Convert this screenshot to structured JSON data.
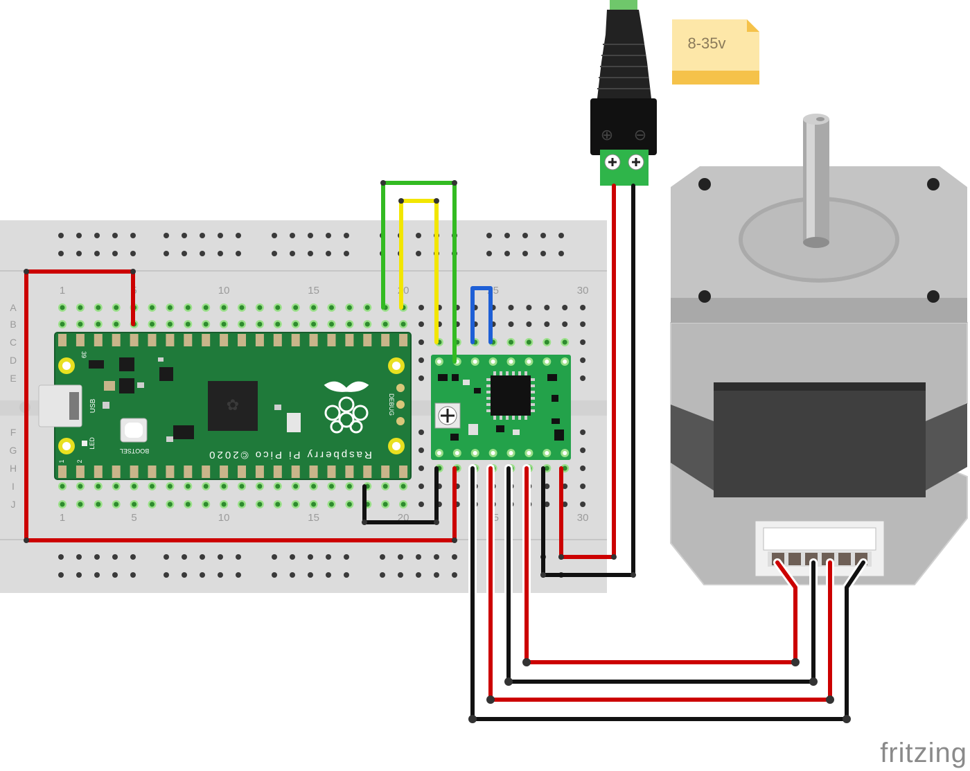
{
  "breadboard": {
    "column_numbers": [
      "1",
      "5",
      "10",
      "15",
      "20",
      "25",
      "30"
    ],
    "row_letters_top": [
      "A",
      "B",
      "C",
      "D",
      "E"
    ],
    "row_letters_bottom": [
      "F",
      "G",
      "H",
      "I",
      "J"
    ]
  },
  "pico": {
    "brand_label": "Raspberry Pi Pico ©2020",
    "usb_label": "USB",
    "led_label": "LED",
    "bootsel_label": "BOOTSEL",
    "debug_label": "DEBUG",
    "pin_39_label": "39",
    "pin_1_label": "1",
    "pin_2_label": "2"
  },
  "power_note": {
    "text": "8-35v"
  },
  "barrel_jack": {
    "plus_symbol": "⊕",
    "minus_symbol": "⊖"
  },
  "watermark": {
    "text": "fritzing"
  },
  "colors": {
    "wire_red": "#cc0000",
    "wire_black": "#111111",
    "wire_green": "#33bb22",
    "wire_yellow": "#f2e600",
    "wire_blue": "#1e5fd6",
    "pcb_green": "#1f7a3a",
    "driver_green": "#23a24a",
    "note_yellow": "#fde7a8"
  }
}
